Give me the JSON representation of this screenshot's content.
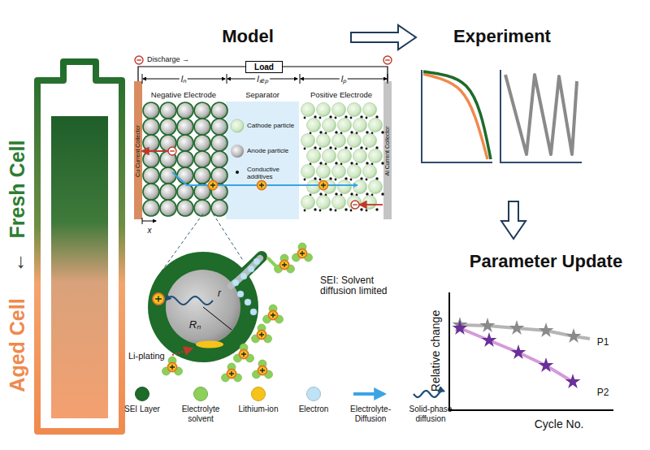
{
  "diagram": {
    "nodes": [
      {
        "text": [
          "Load"
        ]
      }
    ],
    "labels": [
      "Model",
      "Experiment",
      "Parameter Update",
      "Fresh Cell",
      "←",
      "Aged Cell",
      "Discharge →",
      "lₙ",
      "lₛₑₚ",
      "lₚ",
      "Negative Electrode",
      "Separator",
      "Positive Electrode",
      "Cathode particle",
      "Anode particle",
      "Conductive additives",
      "Cu Current Collector",
      "Al Current Collector",
      "x",
      "Rₙ",
      "r",
      "SEI: Solvent diffusion limited",
      "Li-plating",
      "Relative change",
      "Cycle No.",
      "P1",
      "P2"
    ],
    "legend": [
      {
        "text": "SEI Layer",
        "color": "#1e6b2a"
      },
      {
        "text": "Electrolyte solvent",
        "color": "#8cd05a"
      },
      {
        "text": "Lithium-ion",
        "color": "#f7c31b"
      },
      {
        "text": "Electron",
        "color": "#bfe3f5"
      },
      {
        "text": "Electrolyte-Diffusion"
      },
      {
        "text": "Solid-phase diffusion"
      }
    ]
  }
}
